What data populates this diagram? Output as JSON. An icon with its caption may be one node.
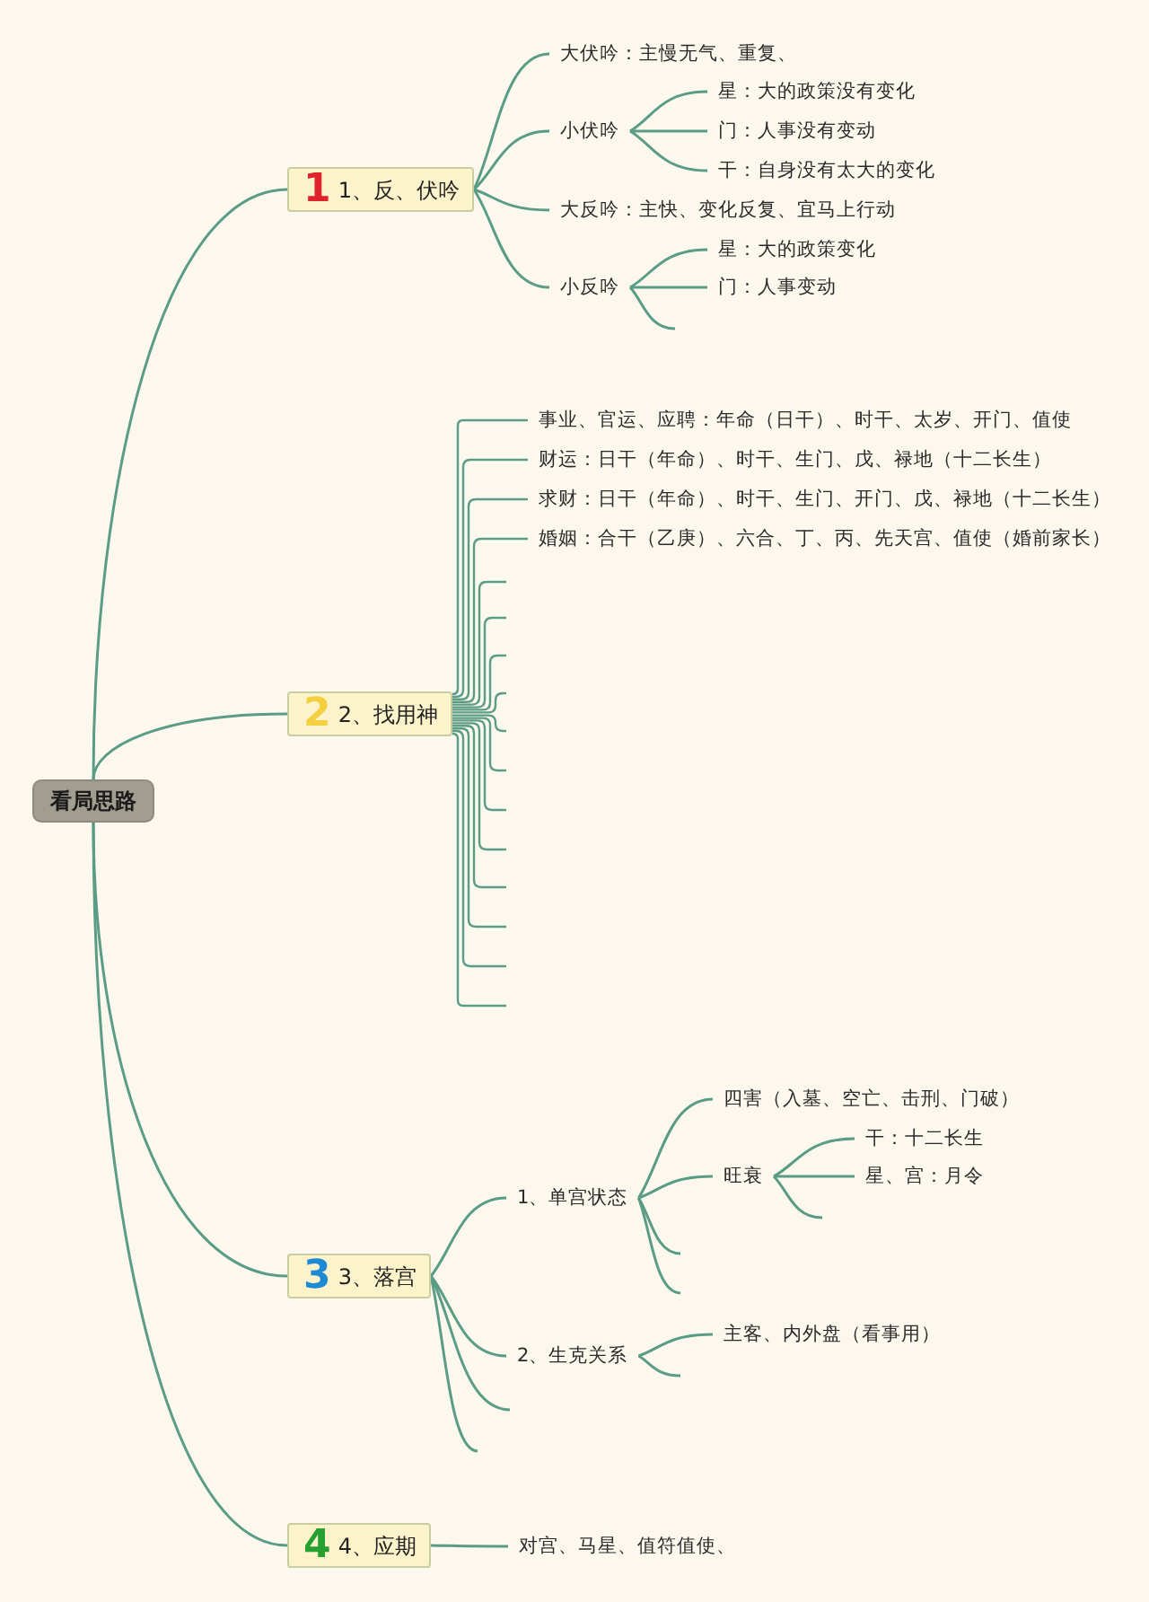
{
  "diagram": {
    "nodes": [
      {
        "text": [
          "看局思路"
        ]
      },
      {
        "text": [
          "1",
          "1、反、伏吟"
        ]
      },
      {
        "text": [
          "大伏吟：主慢无气、重复、"
        ]
      },
      {
        "text": [
          "小伏吟"
        ]
      },
      {
        "text": [
          "星：大的政策没有变化"
        ]
      },
      {
        "text": [
          "门：人事没有变动"
        ]
      },
      {
        "text": [
          "干：自身没有太大的变化"
        ]
      },
      {
        "text": [
          "大反吟：主快、变化反复、宜马上行动"
        ]
      },
      {
        "text": [
          "小反吟"
        ]
      },
      {
        "text": [
          "星：大的政策变化"
        ]
      },
      {
        "text": [
          "门：人事变动"
        ]
      },
      {
        "text": [
          "2",
          "2、找用神"
        ]
      },
      {
        "text": [
          "事业、官运、应聘：年命（日干）、时干、太岁、开门、值使"
        ]
      },
      {
        "text": [
          "财运：日干（年命）、时干、生门、戊、禄地（十二长生）"
        ]
      },
      {
        "text": [
          "求财：日干（年命）、时干、生门、开门、戊、禄地（十二长生）"
        ]
      },
      {
        "text": [
          "婚姻：合干（乙庚）、六合、丁、丙、先天宫、值使（婚前家长）"
        ]
      },
      {
        "text": [
          "3",
          "3、落宫"
        ]
      },
      {
        "text": [
          "1、单宫状态"
        ]
      },
      {
        "text": [
          "四害（入墓、空亡、击刑、门破）"
        ]
      },
      {
        "text": [
          "旺衰"
        ]
      },
      {
        "text": [
          "干：十二长生"
        ]
      },
      {
        "text": [
          "星、宫：月令"
        ]
      },
      {
        "text": [
          "2、生克关系"
        ]
      },
      {
        "text": [
          "主客、内外盘（看事用）"
        ]
      },
      {
        "text": [
          "4",
          "4、应期"
        ]
      },
      {
        "text": [
          "对宫、马星、值符值使、"
        ]
      }
    ],
    "edges": [
      {
        "from": 0,
        "to": 1,
        "arrow": "none"
      },
      {
        "from": 0,
        "to": 11,
        "arrow": "none"
      },
      {
        "from": 0,
        "to": 16,
        "arrow": "none"
      },
      {
        "from": 0,
        "to": 24,
        "arrow": "none"
      },
      {
        "from": 1,
        "to": 2,
        "arrow": "none"
      },
      {
        "from": 1,
        "to": 3,
        "arrow": "none"
      },
      {
        "from": 1,
        "to": 7,
        "arrow": "none"
      },
      {
        "from": 1,
        "to": 8,
        "arrow": "none"
      },
      {
        "from": 3,
        "to": 4,
        "arrow": "none"
      },
      {
        "from": 3,
        "to": 5,
        "arrow": "none"
      },
      {
        "from": 3,
        "to": 6,
        "arrow": "none"
      },
      {
        "from": 8,
        "to": 9,
        "arrow": "none"
      },
      {
        "from": 8,
        "to": 10,
        "arrow": "none"
      },
      {
        "from": 8,
        "to": null,
        "arrow": "none"
      },
      {
        "from": 11,
        "to": 12,
        "arrow": "none"
      },
      {
        "from": 11,
        "to": 13,
        "arrow": "none"
      },
      {
        "from": 11,
        "to": 14,
        "arrow": "none"
      },
      {
        "from": 11,
        "to": 15,
        "arrow": "none"
      },
      {
        "from": 11,
        "to": null,
        "arrow": "none"
      },
      {
        "from": 11,
        "to": null,
        "arrow": "none"
      },
      {
        "from": 11,
        "to": null,
        "arrow": "none"
      },
      {
        "from": 11,
        "to": null,
        "arrow": "none"
      },
      {
        "from": 11,
        "to": null,
        "arrow": "none"
      },
      {
        "from": 11,
        "to": null,
        "arrow": "none"
      },
      {
        "from": 11,
        "to": null,
        "arrow": "none"
      },
      {
        "from": 11,
        "to": null,
        "arrow": "none"
      },
      {
        "from": 11,
        "to": null,
        "arrow": "none"
      },
      {
        "from": 11,
        "to": null,
        "arrow": "none"
      },
      {
        "from": 11,
        "to": null,
        "arrow": "none"
      },
      {
        "from": 11,
        "to": null,
        "arrow": "none"
      },
      {
        "from": 16,
        "to": 17,
        "arrow": "none"
      },
      {
        "from": 16,
        "to": 22,
        "arrow": "none"
      },
      {
        "from": 16,
        "to": null,
        "arrow": "none"
      },
      {
        "from": 16,
        "to": null,
        "arrow": "none"
      },
      {
        "from": 17,
        "to": 18,
        "arrow": "none"
      },
      {
        "from": 17,
        "to": 19,
        "arrow": "none"
      },
      {
        "from": 17,
        "to": null,
        "arrow": "none"
      },
      {
        "from": 17,
        "to": null,
        "arrow": "none"
      },
      {
        "from": 19,
        "to": 20,
        "arrow": "none"
      },
      {
        "from": 19,
        "to": 21,
        "arrow": "none"
      },
      {
        "from": 19,
        "to": null,
        "arrow": "none"
      },
      {
        "from": 22,
        "to": 23,
        "arrow": "none"
      },
      {
        "from": 22,
        "to": null,
        "arrow": "none"
      },
      {
        "from": 24,
        "to": 25,
        "arrow": "none"
      }
    ]
  }
}
